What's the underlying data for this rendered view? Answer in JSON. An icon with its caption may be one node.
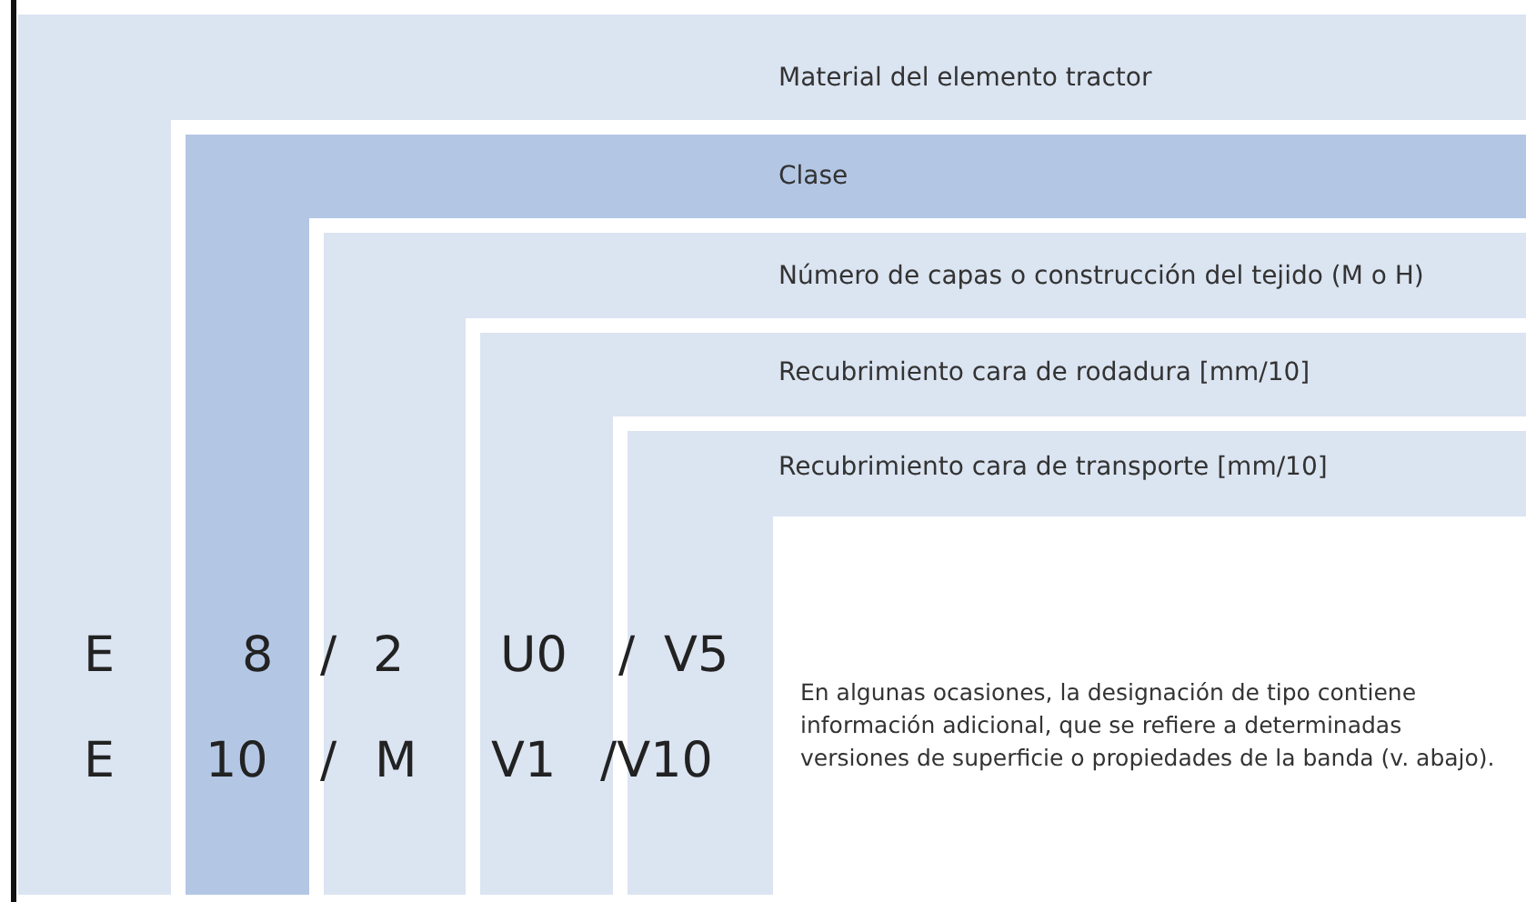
{
  "diagram": {
    "nodes": [
      {
        "text": [
          "Material del elemento tractor"
        ]
      },
      {
        "text": [
          "Clase"
        ],
        "in": 0
      },
      {
        "text": [
          "Número de capas o construcción del tejido (M o H)"
        ],
        "in": 1
      },
      {
        "text": [
          "Recubrimiento cara de rodadura [mm/10]"
        ],
        "in": 2
      },
      {
        "text": [
          "Recubrimiento cara de transporte [mm/10]"
        ],
        "in": 3
      }
    ],
    "edges": [],
    "labels": [
      "E",
      "8",
      "/",
      "2",
      "U0",
      "/",
      "V5",
      "En algunas ocasiones, la designación de tipo contiene información adicional, que se refiere a determinadas versiones de superficie o propiedades de la banda (v. abajo).",
      "E",
      "10",
      "/",
      "M",
      "V1",
      "/V10"
    ]
  }
}
